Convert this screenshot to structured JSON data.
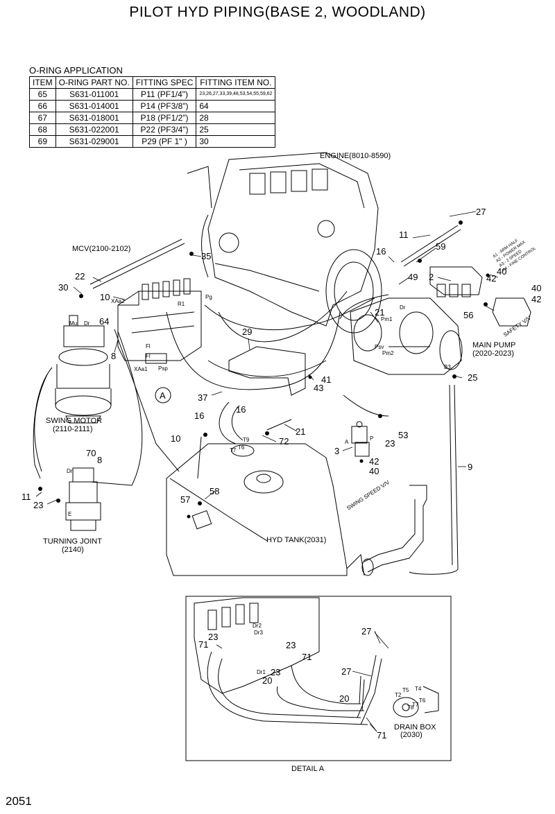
{
  "title": "PILOT HYD PIPING(BASE 2, WOODLAND)",
  "page_number": "2051",
  "oring_table": {
    "caption": "O-RING APPLICATION",
    "headers": [
      "ITEM",
      "O-RING PART NO.",
      "FITTING SPEC",
      "FITTING ITEM NO."
    ],
    "rows": [
      [
        "65",
        "S631-011001",
        "P11 (PF1/4\")",
        "23,26,27,33,39,48,53,54,55,59,62"
      ],
      [
        "66",
        "S631-014001",
        "P14 (PF3/8\")",
        "64"
      ],
      [
        "67",
        "S631-018001",
        "P18 (PF1/2\")",
        "28"
      ],
      [
        "68",
        "S631-022001",
        "P22 (PF3/4\")",
        "25"
      ],
      [
        "69",
        "S631-029001",
        "P29 (PF  1\" )",
        "30"
      ]
    ]
  },
  "components": {
    "engine": "ENGINE(8010-8590)",
    "mcv": "MCV(2100-2102)",
    "swing_motor": "SWING MOTOR",
    "swing_motor_ref": "(2110-2111)",
    "turning_joint": "TURNING JOINT",
    "turning_joint_ref": "(2140)",
    "main_pump": "MAIN PUMP",
    "main_pump_ref": "(2020-2023)",
    "hyd_tank": "HYD TANK(2031)",
    "safety_valve": "SAFETY V/V",
    "swing_speed_valve": "SWING SPEED V/V",
    "drain_box": "DRAIN BOX",
    "drain_box_ref": "(2030)",
    "detail_a": "DETAIL A",
    "detail_marker": "A"
  },
  "solenoid_legend": [
    "A1 - ARM HALF",
    "A2 - POWER MAX",
    "A3 - 2 SPEED",
    "A4 - FINE CONTROL"
  ],
  "callouts": {
    "c27": "27",
    "c11": "11",
    "c16": "16",
    "c59": "59",
    "c35": "35",
    "c22": "22",
    "c30": "30",
    "c10": "10",
    "c64": "64",
    "c8": "8",
    "c49": "49",
    "c2": "2",
    "c40": "40",
    "c42": "42",
    "c56": "56",
    "c21": "21",
    "c29": "29",
    "c41": "41",
    "c43": "43",
    "c37": "37",
    "c25": "25",
    "c72": "72",
    "c53": "53",
    "c23": "23",
    "c3": "3",
    "c9": "9",
    "c70": "70",
    "c57": "57",
    "c58": "58",
    "c71": "71",
    "c20": "20"
  },
  "port_labels": {
    "xaa2": "XAa2",
    "pg": "Pg",
    "r1": "R1",
    "xaa1": "XAa1",
    "psp": "Psp",
    "fl": "Fl",
    "fl2": "Fl",
    "mu": "Mu",
    "dr": "Dr",
    "pm1": "Pm1",
    "pm2": "Pm2",
    "psv": "Psv",
    "b3": "B3",
    "t9": "T9",
    "t6": "T6",
    "t7": "T7",
    "p": "P",
    "a": "A",
    "e": "E",
    "dr2": "Dr2",
    "dr3": "Dr3",
    "dr1": "Dr1",
    "t2": "T2",
    "t5": "T5",
    "t4": "T4",
    "t8": "T8",
    "t6b": "T6",
    "t7b": "T7"
  }
}
